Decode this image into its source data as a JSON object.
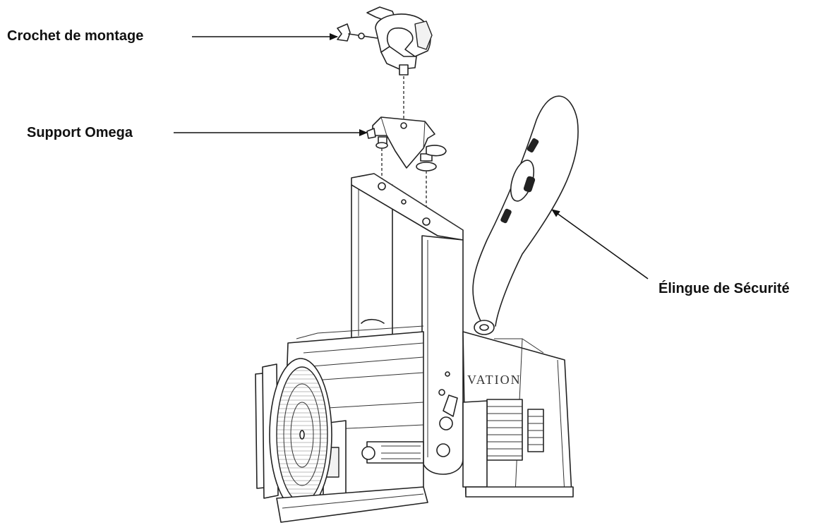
{
  "labels": {
    "mounting_clamp": "Crochet de montage",
    "omega_bracket": "Support Omega",
    "safety_cable": "Élingue de Sécurité"
  },
  "fixture": {
    "brand_text": "VATION"
  },
  "colors": {
    "ink": "#222222",
    "background": "#ffffff"
  }
}
